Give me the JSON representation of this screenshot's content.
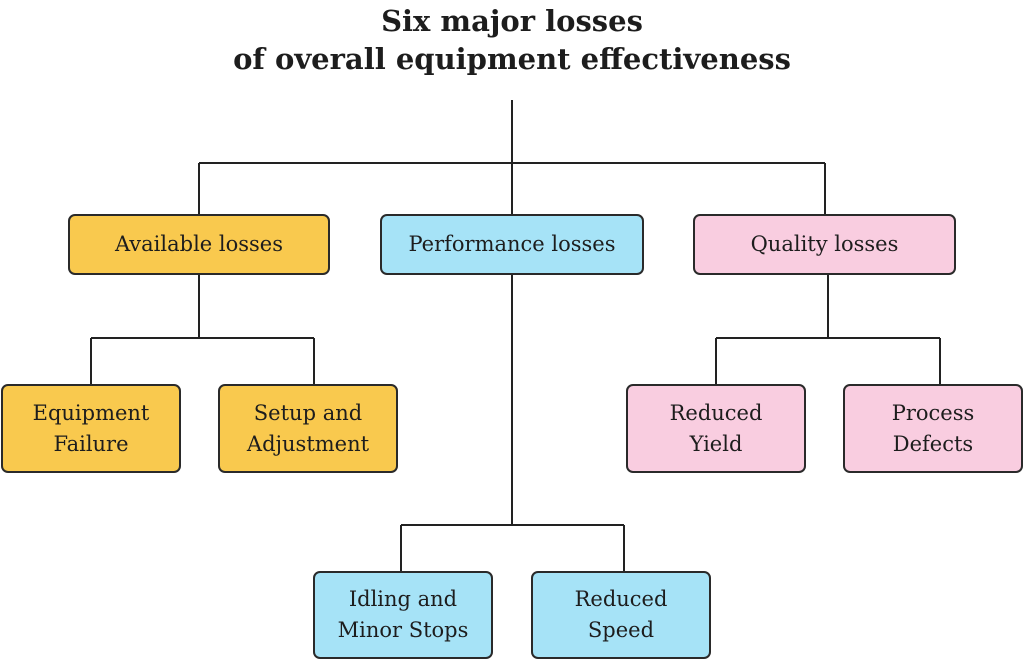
{
  "title": {
    "line1": "Six major losses",
    "line2": "of overall equipment effectiveness"
  },
  "colors": {
    "available": "#f9c94e",
    "performance": "#a6e3f7",
    "quality": "#f9cde0",
    "line": "#222222"
  },
  "categories": {
    "available": {
      "label": "Available losses",
      "children": [
        {
          "line1": "Equipment",
          "line2": "Failure"
        },
        {
          "line1": "Setup and",
          "line2": "Adjustment"
        }
      ]
    },
    "performance": {
      "label": "Performance losses",
      "children": [
        {
          "line1": "Idling and",
          "line2": "Minor Stops"
        },
        {
          "line1": "Reduced",
          "line2": "Speed"
        }
      ]
    },
    "quality": {
      "label": "Quality losses",
      "children": [
        {
          "line1": "Reduced",
          "line2": "Yield"
        },
        {
          "line1": "Process",
          "line2": "Defects"
        }
      ]
    }
  }
}
